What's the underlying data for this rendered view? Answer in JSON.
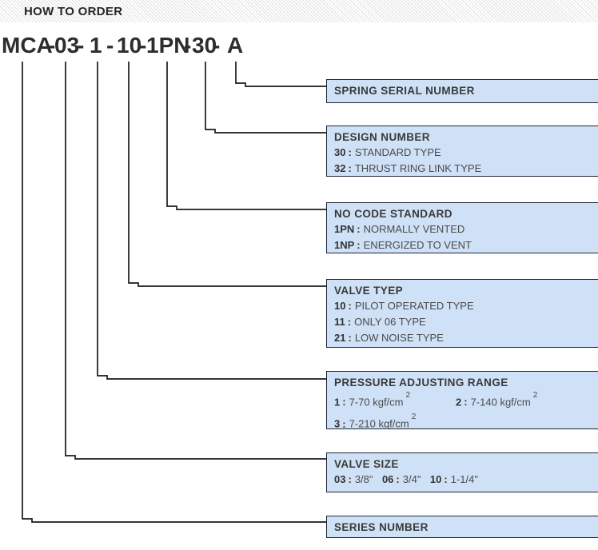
{
  "page": {
    "title": "HOW TO ORDER"
  },
  "model_code": {
    "separator": "-",
    "segments": [
      "MCA",
      "03",
      "1",
      "10",
      "1PN",
      "30",
      "A"
    ]
  },
  "boxes": [
    {
      "title": "SPRING SERIAL NUMBER",
      "items": []
    },
    {
      "title": "DESIGN NUMBER",
      "items": [
        {
          "code": "30",
          "desc": "STANDARD TYPE"
        },
        {
          "code": "32",
          "desc": "THRUST RING LINK TYPE"
        }
      ]
    },
    {
      "title": "NO CODE STANDARD",
      "items": [
        {
          "code": "1PN",
          "desc": "NORMALLY VENTED"
        },
        {
          "code": "1NP",
          "desc": "ENERGIZED TO VENT"
        }
      ]
    },
    {
      "title": "VALVE TYEP",
      "items": [
        {
          "code": "10",
          "desc": "PILOT OPERATED TYPE"
        },
        {
          "code": "11",
          "desc": "ONLY 06 TYPE"
        },
        {
          "code": "21",
          "desc": "LOW NOISE TYPE"
        }
      ]
    },
    {
      "title": "PRESSURE ADJUSTING RANGE",
      "items": [
        {
          "code": "1",
          "desc": "7-70 kgf/cm",
          "sup": "2"
        },
        {
          "code": "2",
          "desc": "7-140 kgf/cm",
          "sup": "2"
        },
        {
          "code": "3",
          "desc": "7-210 kgf/cm",
          "sup": "2"
        }
      ]
    },
    {
      "title": "VALVE SIZE",
      "items": [
        {
          "code": "03",
          "desc": "3/8\""
        },
        {
          "code": "06",
          "desc": "3/4\""
        },
        {
          "code": "10",
          "desc": "1-1/4\""
        }
      ]
    },
    {
      "title": "SERIES NUMBER",
      "items": []
    }
  ],
  "format": {
    "colon": ":"
  },
  "colors": {
    "box_fill": "#cfe1f6",
    "box_border": "#1d2836",
    "connector": "#1a1a1a",
    "code_text": "#2d2d2d"
  }
}
